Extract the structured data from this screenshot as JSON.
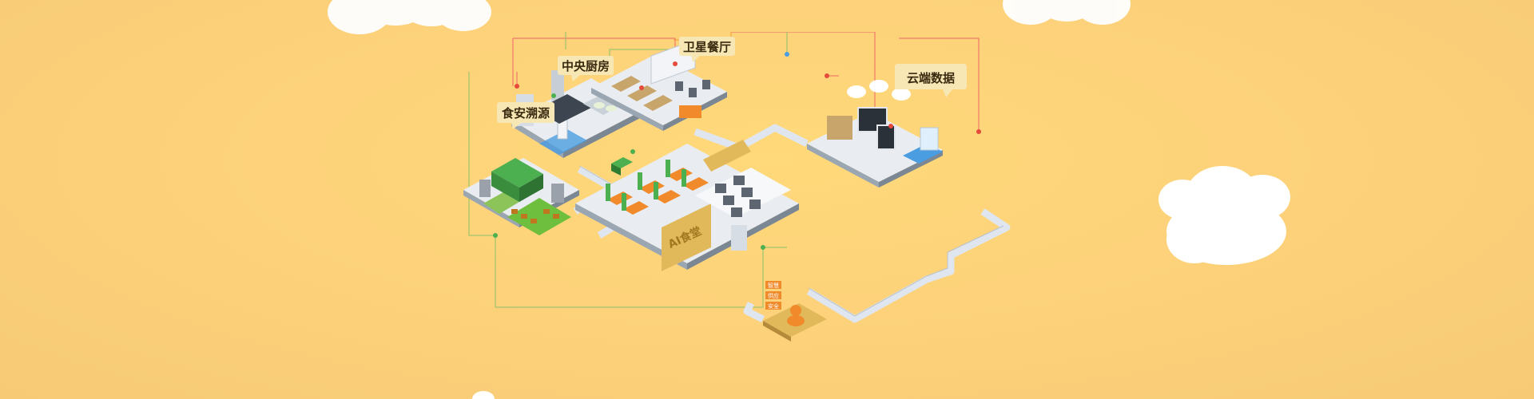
{
  "labels": {
    "food_safety_trace": "食安溯源",
    "central_kitchen": "中央厨房",
    "satellite_canteen": "卫星餐厅",
    "cloud_data": "云端数据",
    "ai_canteen": "AI食堂"
  },
  "small_tags": [
    "智慧",
    "供应",
    "安全"
  ],
  "colors": {
    "background": "#fdd27a",
    "road": "#dfe6ef",
    "platform": "#e9edf2",
    "green": "#4caf50",
    "orange": "#f08a2a",
    "callout_bg": "#f6e7b5"
  }
}
